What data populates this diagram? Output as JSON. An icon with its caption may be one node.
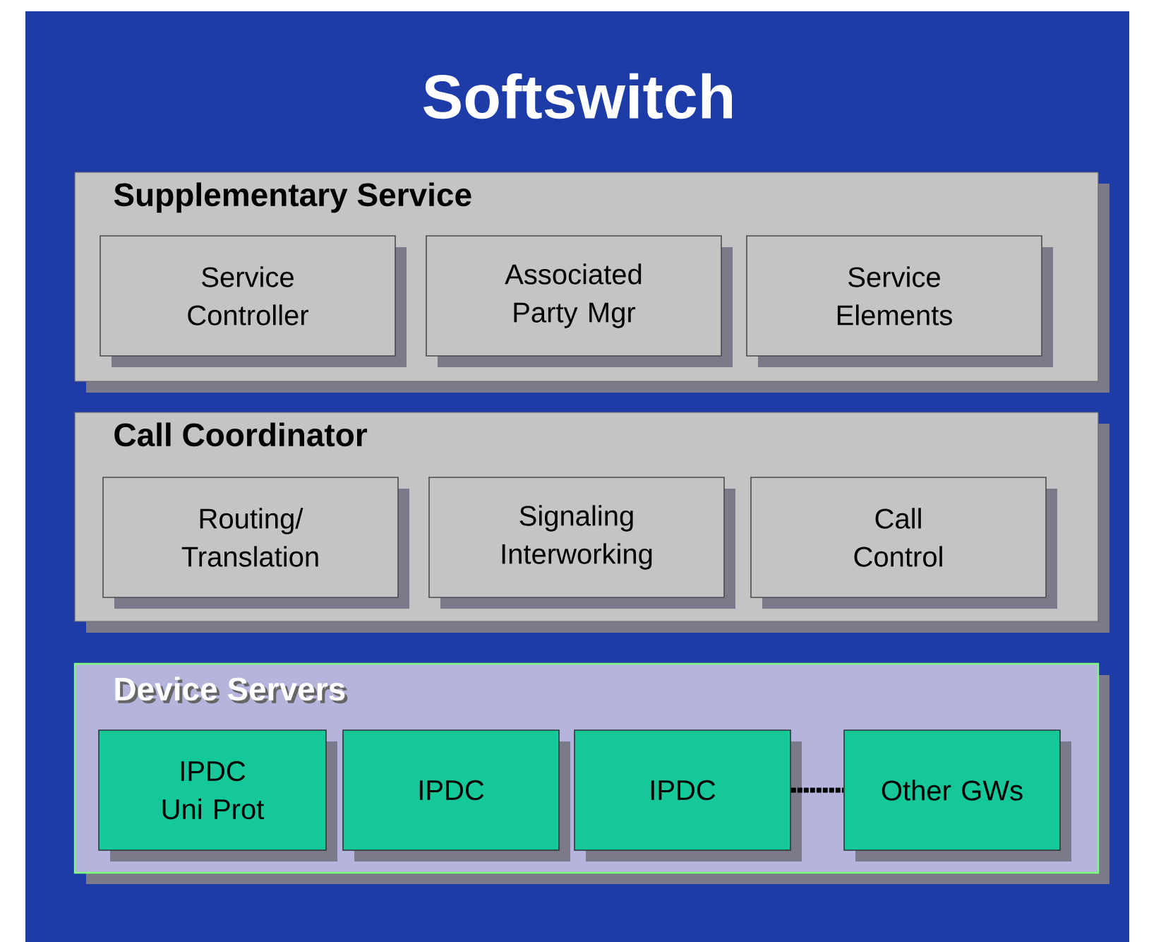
{
  "diagram": {
    "title": "Softswitch",
    "nodes": [
      {
        "text": [
          "Supplementary Service"
        ]
      },
      {
        "text": [
          "Service Controller"
        ],
        "in": 0
      },
      {
        "text": [
          "Associated Party Mgr"
        ],
        "in": 0
      },
      {
        "text": [
          "Service Elements"
        ],
        "in": 0
      },
      {
        "text": [
          "Call Coordinator"
        ]
      },
      {
        "text": [
          "Routing/ Translation"
        ],
        "in": 4
      },
      {
        "text": [
          "Signaling Interworking"
        ],
        "in": 4
      },
      {
        "text": [
          "Call Control"
        ],
        "in": 4
      },
      {
        "text": [
          "Device Servers"
        ]
      },
      {
        "text": [
          "IPDC Uni Prot"
        ],
        "in": 8
      },
      {
        "text": [
          "IPDC"
        ],
        "in": 8
      },
      {
        "text": [
          "IPDC"
        ],
        "in": 8
      },
      {
        "text": [
          "Other GWs"
        ],
        "in": 8
      }
    ],
    "edges": [
      {
        "from": 11,
        "to": 12,
        "arrow": "none",
        "style": "dashed"
      }
    ]
  }
}
